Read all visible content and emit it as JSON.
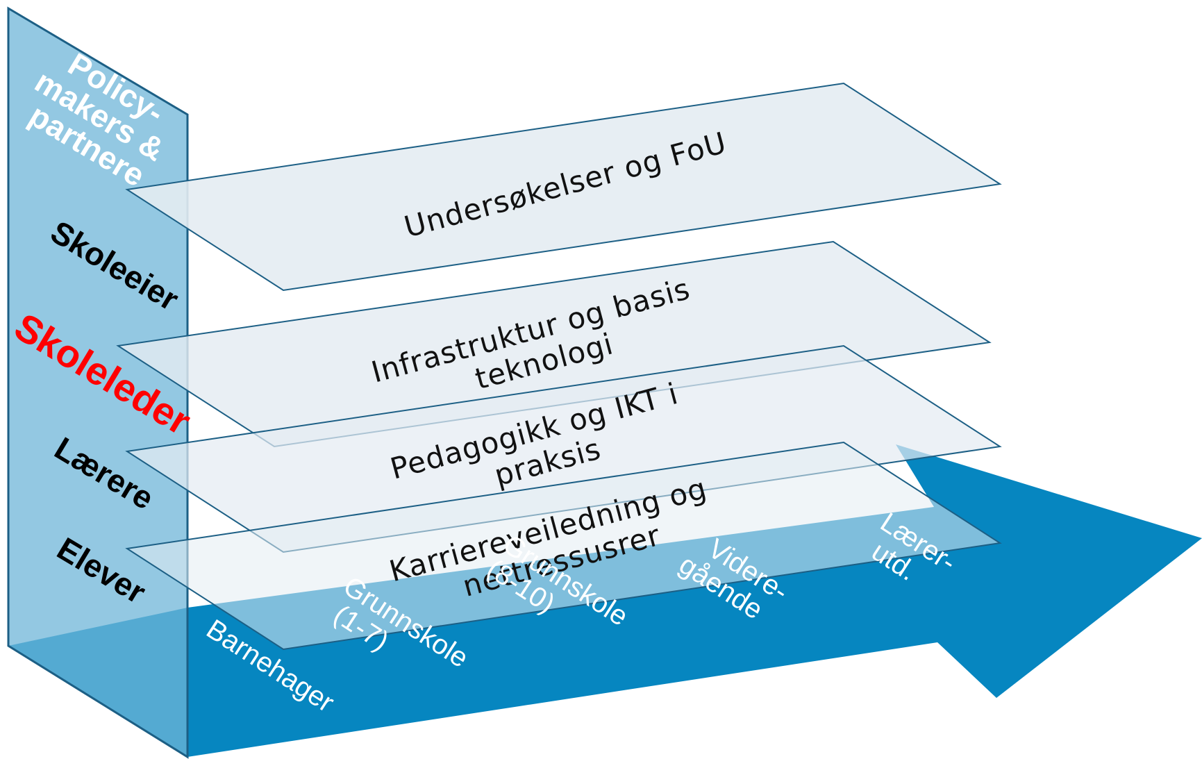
{
  "levels": [
    {
      "line1": "Policy-",
      "line2": "makers &",
      "line3": "partnere",
      "color": "#ffffff"
    },
    {
      "line1": "Skoleeier",
      "color": "#000000"
    },
    {
      "line1": "Skoleleder",
      "color": "#ff0000"
    },
    {
      "line1": "Lærere",
      "color": "#000000"
    },
    {
      "line1": "Elever",
      "color": "#000000"
    }
  ],
  "planes": [
    {
      "line1": "Undersøkelser og FoU",
      "line2": ""
    },
    {
      "line1": "Infrastruktur og basis",
      "line2": "teknologi"
    },
    {
      "line1": "Pedagogikk og IKT i",
      "line2": "praksis"
    },
    {
      "line1": "Karriereveiledning og",
      "line2": "nettressusrer"
    }
  ],
  "stages": [
    {
      "line1": "Barnehager",
      "line2": ""
    },
    {
      "line1": "Grunnskole",
      "line2": "(1-7)"
    },
    {
      "line1": "Grunnskole",
      "line2": "(8-10)"
    },
    {
      "line1": "Videre-",
      "line2": "gående"
    },
    {
      "line1": "Lærer-",
      "line2": "utd."
    }
  ],
  "colors": {
    "arrow": "#0686c0",
    "wall": "#6fb6d8",
    "plane_fill": "#e4ecf2",
    "plane_stroke": "#1c5f85",
    "highlight": "#ff0000"
  }
}
